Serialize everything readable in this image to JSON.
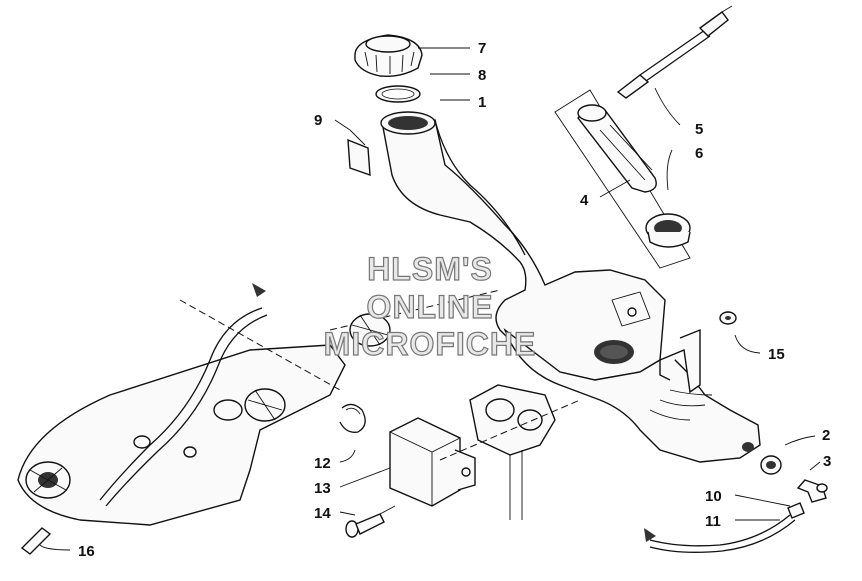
{
  "diagram": {
    "callouts": [
      {
        "id": "c1",
        "label": "1"
      },
      {
        "id": "c2",
        "label": "2"
      },
      {
        "id": "c3",
        "label": "3"
      },
      {
        "id": "c4",
        "label": "4"
      },
      {
        "id": "c5",
        "label": "5"
      },
      {
        "id": "c6",
        "label": "6"
      },
      {
        "id": "c7",
        "label": "7"
      },
      {
        "id": "c8",
        "label": "8"
      },
      {
        "id": "c9",
        "label": "9"
      },
      {
        "id": "c10",
        "label": "10"
      },
      {
        "id": "c11",
        "label": "11"
      },
      {
        "id": "c12",
        "label": "12"
      },
      {
        "id": "c13",
        "label": "13"
      },
      {
        "id": "c14",
        "label": "14"
      },
      {
        "id": "c15",
        "label": "15"
      },
      {
        "id": "c16",
        "label": "16"
      }
    ],
    "watermark": {
      "line1": "HLSM'S",
      "line2": "ONLINE",
      "line3": "MICROFICHE"
    }
  }
}
